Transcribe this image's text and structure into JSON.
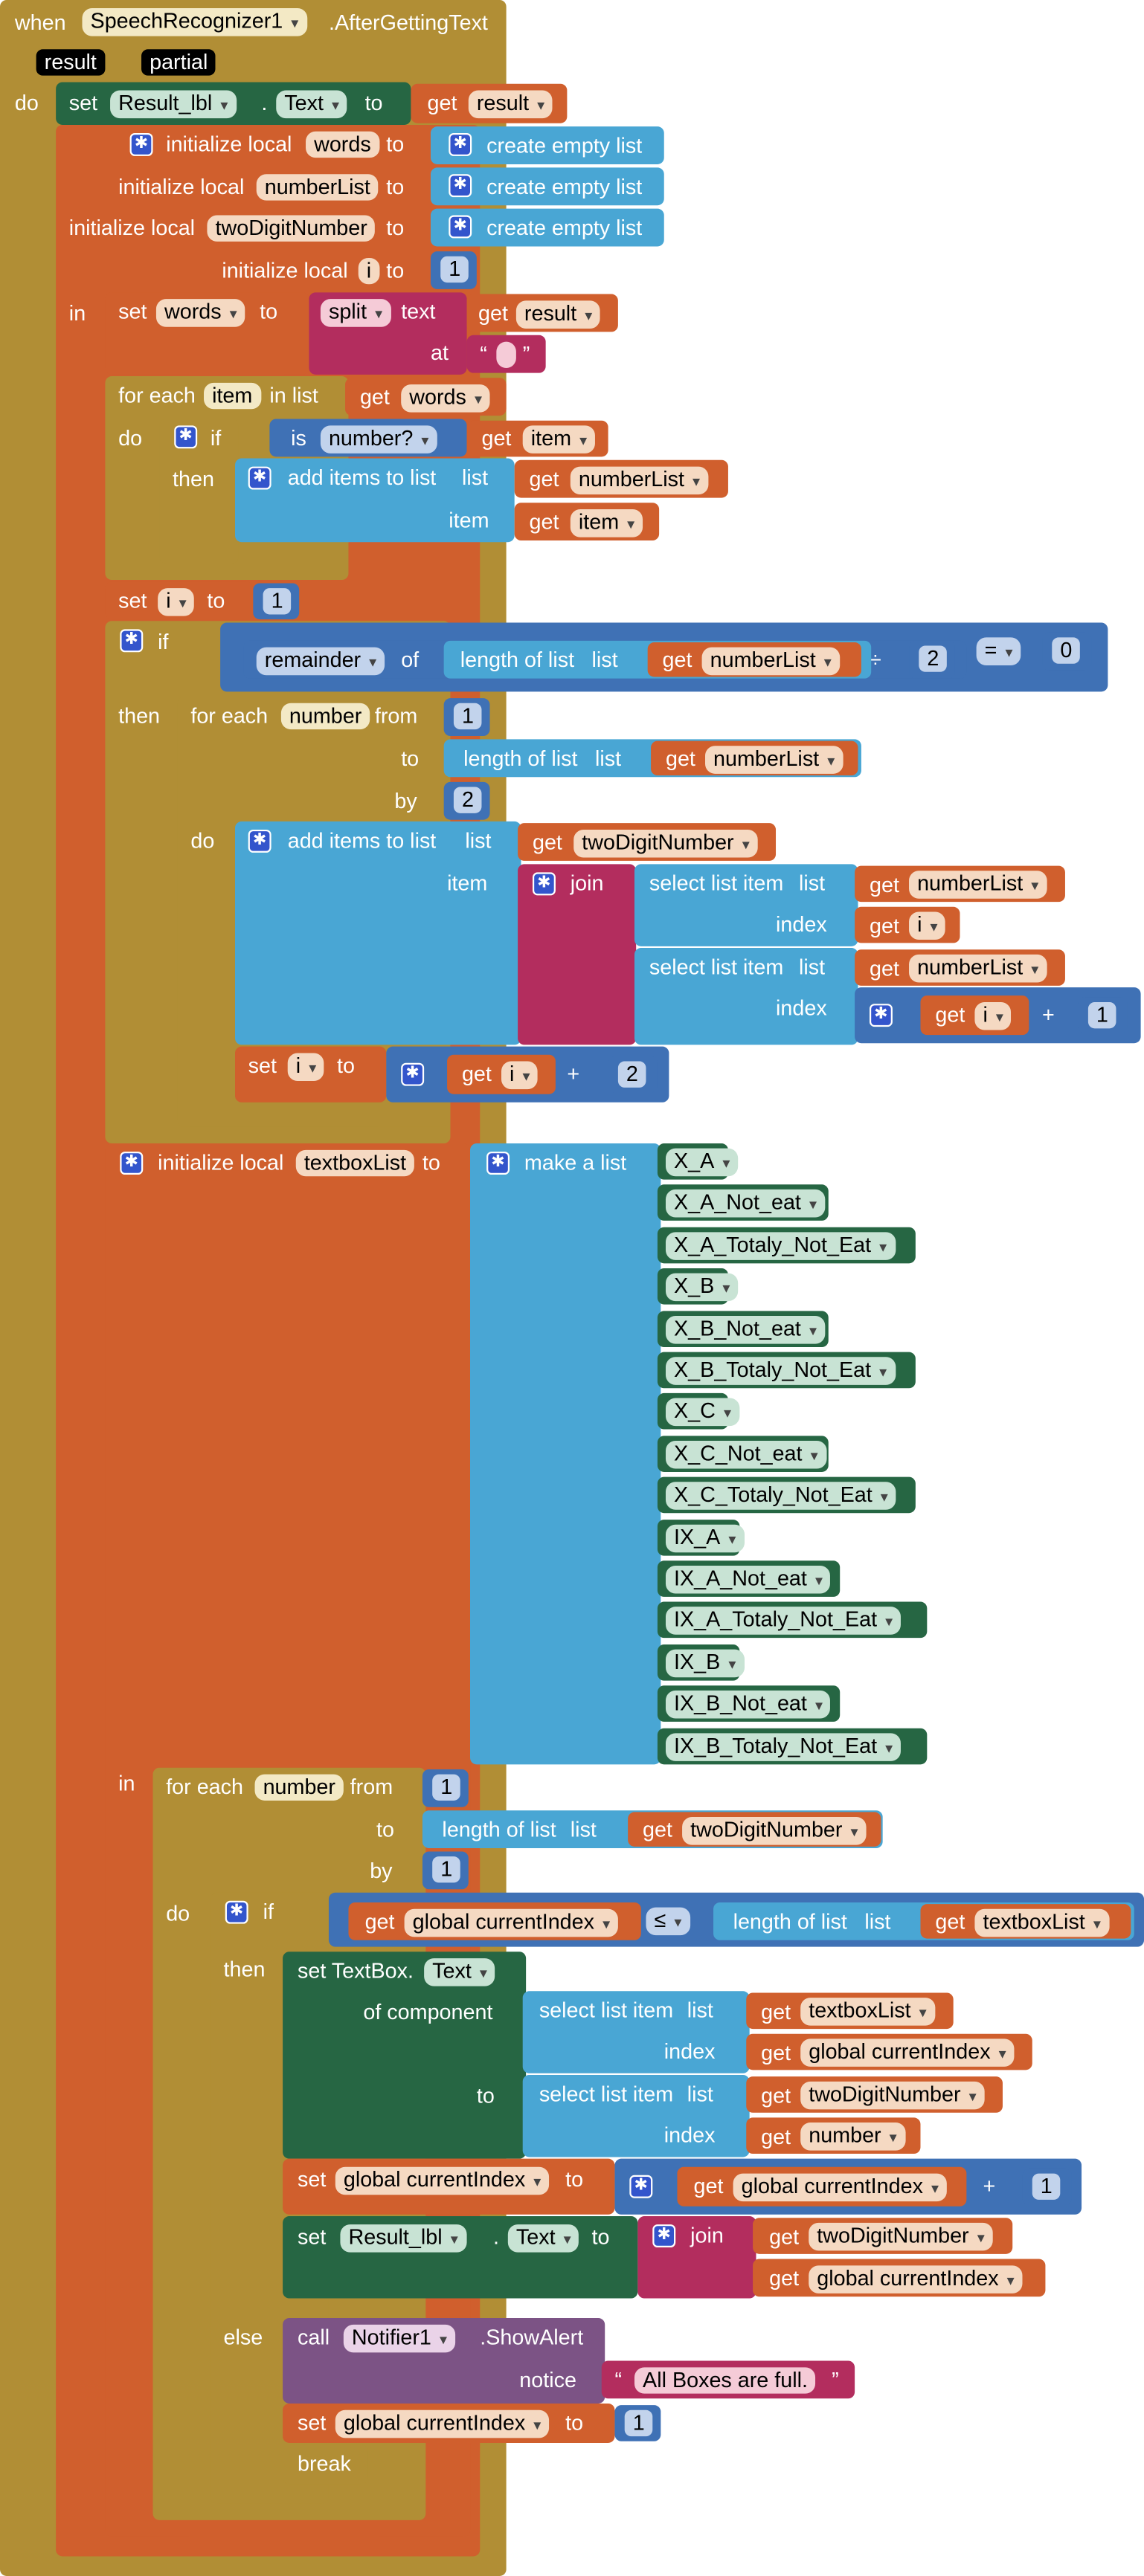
{
  "event": {
    "when": "when",
    "component": "SpeechRecognizer1",
    "name": ".AfterGettingText",
    "params": [
      "result",
      "partial"
    ],
    "do": "do"
  },
  "kw": {
    "set": "set",
    "to": "to",
    "get": "get",
    "dot": ".",
    "initialize_local": "initialize local",
    "create_empty_list": "create empty list",
    "in": "in",
    "split": "split",
    "text": "text",
    "at": "at",
    "for_each": "for each",
    "in_list": "in list",
    "do": "do",
    "if": "if",
    "then": "then",
    "else": "else",
    "is": "is",
    "number_q": "number?",
    "add_items_to_list": "add items to list",
    "list": "list",
    "item": "item",
    "remainder": "remainder",
    "of": "of",
    "length_of_list": "length of list",
    "divide": "÷",
    "equals": "=",
    "from": "from",
    "by": "by",
    "join": "join",
    "select_list_item": "select list item",
    "index": "index",
    "plus": "+",
    "make_a_list": "make a list",
    "lte": "≤",
    "set_textbox": "set TextBox.",
    "text_prop": "Text",
    "of_component": "of component",
    "call": "call",
    "notifier": "Notifier1",
    "show_alert": ".ShowAlert",
    "notice": "notice",
    "break": "break",
    "quote_open": "“",
    "quote_close": "”"
  },
  "vars": {
    "result": "result",
    "words": "words",
    "numberList": "numberList",
    "twoDigitNumber": "twoDigitNumber",
    "i": "i",
    "item": "item",
    "number": "number",
    "textboxList": "textboxList",
    "currentIndex": "global currentIndex",
    "result_lbl": "Result_lbl"
  },
  "numbers": {
    "one": "1",
    "two": "2",
    "zero": "0"
  },
  "textbox_list": [
    "X_A",
    "X_A_Not_eat",
    "X_A_Totaly_Not_Eat",
    "X_B",
    "X_B_Not_eat",
    "X_B_Totaly_Not_Eat",
    "X_C",
    "X_C_Not_eat",
    "X_C_Totaly_Not_Eat",
    "IX_A",
    "IX_A_Not_eat",
    "IX_A_Totaly_Not_Eat",
    "IX_B",
    "IX_B_Not_eat",
    "IX_B_Totaly_Not_Eat"
  ],
  "alert_text": "All Boxes are full.",
  "colors": {
    "control": "#b18e35",
    "variables": "#d05f2d",
    "lists": "#49a6d4",
    "math": "#3f71b5",
    "text": "#b32d5e",
    "components": "#266643",
    "procedures": "#7c5385"
  }
}
